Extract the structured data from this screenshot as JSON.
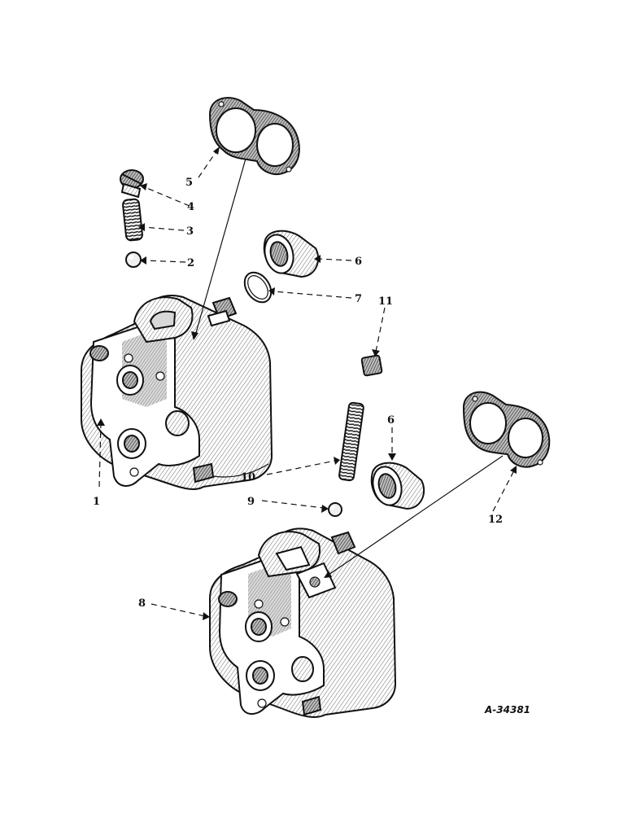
{
  "diagram": {
    "reference_code": "A-34381",
    "callouts": [
      {
        "id": "1",
        "label": "1"
      },
      {
        "id": "2",
        "label": "2"
      },
      {
        "id": "3",
        "label": "3"
      },
      {
        "id": "4",
        "label": "4"
      },
      {
        "id": "5",
        "label": "5"
      },
      {
        "id": "6a",
        "label": "6"
      },
      {
        "id": "6b",
        "label": "6"
      },
      {
        "id": "7",
        "label": "7"
      },
      {
        "id": "8",
        "label": "8"
      },
      {
        "id": "9",
        "label": "9"
      },
      {
        "id": "10",
        "label": "10"
      },
      {
        "id": "11",
        "label": "11"
      },
      {
        "id": "12",
        "label": "12"
      }
    ]
  }
}
